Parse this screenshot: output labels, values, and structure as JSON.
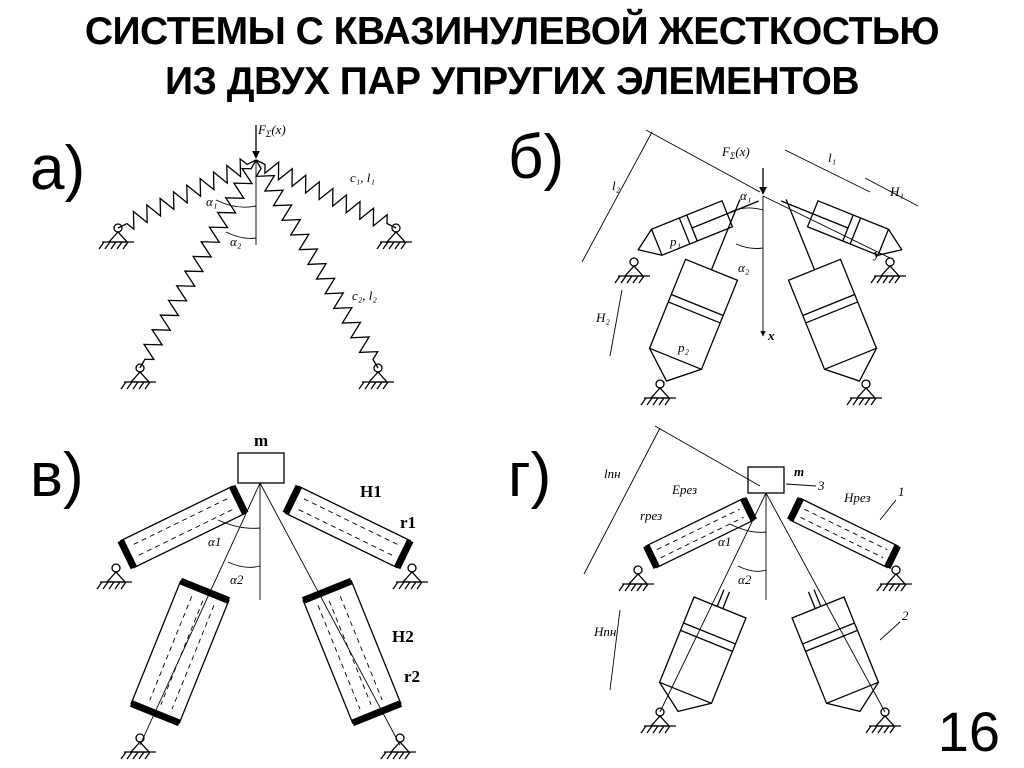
{
  "title_line1": "СИСТЕМЫ С КВАЗИНУЛЕВОЙ ЖЕСТКОСТЬЮ",
  "title_line2": "ИЗ ДВУХ ПАР УПРУГИХ ЭЛЕМЕНТОВ",
  "page_number": "16",
  "panels": {
    "a": {
      "label": "а)",
      "force": "F",
      "force_sub": "Σ",
      "force_arg": "(x)",
      "angle1": "α₁",
      "angle2": "α₂",
      "spring1": "c₁,  l₁",
      "spring2": "c₂,  l₂"
    },
    "b": {
      "label": "б)",
      "force": "F",
      "force_sub": "Σ",
      "force_arg": "(x)",
      "l1": "l₁",
      "l2": "l₂",
      "h1": "H₁",
      "h2": "H₂",
      "p1": "p₁",
      "p2": "p₂",
      "angle1": "α₁",
      "angle2": "α₂",
      "axis_x": "x",
      "axis_y": "y"
    },
    "v": {
      "label": "в)",
      "mass": "m",
      "h1": "H1",
      "r1": "r1",
      "h2": "H2",
      "r2": "r2",
      "angle1": "α1",
      "angle2": "α2"
    },
    "g": {
      "label": "г)",
      "mass": "m",
      "l_pn": "lпн",
      "h_pn": "Hпн",
      "e_rez": "Eрез",
      "r_rez": "rрез",
      "h_rez": "Hрез",
      "angle1": "α1",
      "angle2": "α2",
      "n1": "1",
      "n2": "2",
      "n3": "3"
    }
  }
}
